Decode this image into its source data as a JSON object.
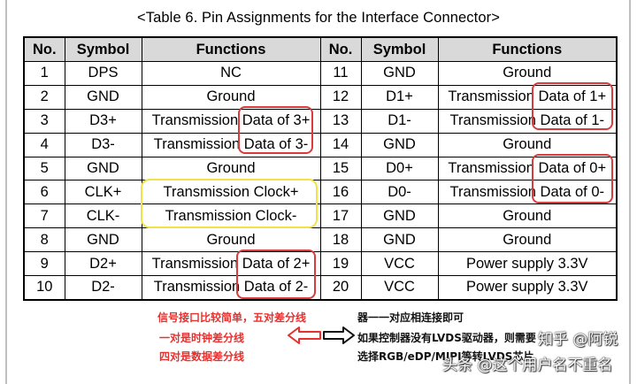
{
  "title": "<Table 6. Pin Assignments for the Interface Connector>",
  "headers": [
    "No.",
    "Symbol",
    "Functions",
    "No.",
    "Symbol",
    "Functions"
  ],
  "rows": [
    [
      {
        "no": "1",
        "sym": "DPS",
        "fn": "NC"
      },
      {
        "no": "11",
        "sym": "GND",
        "fn": "Ground"
      }
    ],
    [
      {
        "no": "2",
        "sym": "GND",
        "fn": "Ground"
      },
      {
        "no": "12",
        "sym": "D1+",
        "fn": "Transmission Data of 1+"
      }
    ],
    [
      {
        "no": "3",
        "sym": "D3+",
        "fn": "Transmission Data of 3+"
      },
      {
        "no": "13",
        "sym": "D1-",
        "fn": "Transmission Data of 1-"
      }
    ],
    [
      {
        "no": "4",
        "sym": "D3-",
        "fn": "Transmission Data of 3-"
      },
      {
        "no": "14",
        "sym": "GND",
        "fn": "Ground"
      }
    ],
    [
      {
        "no": "5",
        "sym": "GND",
        "fn": "Ground"
      },
      {
        "no": "15",
        "sym": "D0+",
        "fn": "Transmission Data of 0+"
      }
    ],
    [
      {
        "no": "6",
        "sym": "CLK+",
        "fn": "Transmission Clock+"
      },
      {
        "no": "16",
        "sym": "D0-",
        "fn": "Transmission Data of 0-"
      }
    ],
    [
      {
        "no": "7",
        "sym": "CLK-",
        "fn": "Transmission Clock-"
      },
      {
        "no": "17",
        "sym": "GND",
        "fn": "Ground"
      }
    ],
    [
      {
        "no": "8",
        "sym": "GND",
        "fn": "Ground"
      },
      {
        "no": "18",
        "sym": "GND",
        "fn": "Ground"
      }
    ],
    [
      {
        "no": "9",
        "sym": "D2+",
        "fn": "Transmission Data of 2+"
      },
      {
        "no": "19",
        "sym": "VCC",
        "fn": "Power supply 3.3V"
      }
    ],
    [
      {
        "no": "10",
        "sym": "D2-",
        "fn": "Transmission Data of 2-"
      },
      {
        "no": "20",
        "sym": "VCC",
        "fn": "Power supply 3.3V"
      }
    ]
  ],
  "notes_left": [
    "信号接口比较简单，五对差分线",
    "一对是时钟差分线",
    "四对是数据差分线"
  ],
  "notes_right": [
    "器一一对应相连接即可",
    "如果控制器没有LVDS驱动器，则需要",
    "选择RGB/eDP/MIPI等转LVDS芯片"
  ],
  "watermark": {
    "top": "知乎 @阿锐",
    "bottom": "头条 @这个用户名不重名"
  },
  "colors": {
    "highlight_red": "#d83b3b",
    "highlight_yellow": "#f2e24a",
    "note_red": "#e8302e",
    "header_bg": "#d9d9d9"
  }
}
